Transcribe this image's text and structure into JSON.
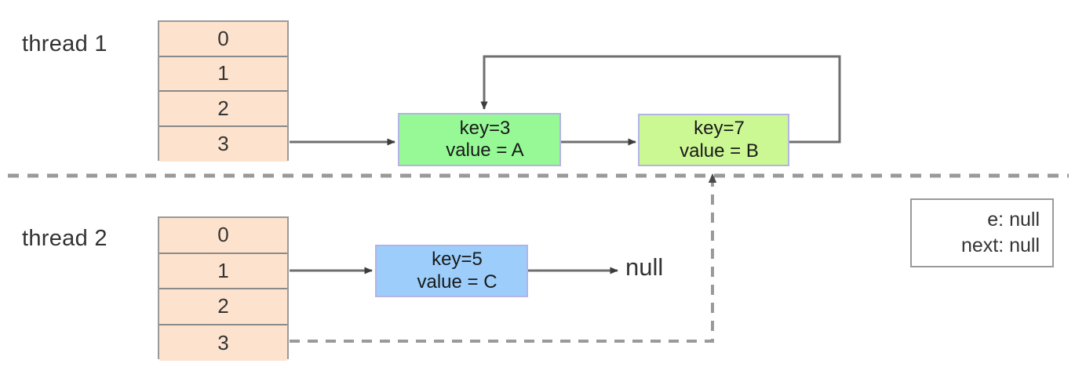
{
  "diagram": {
    "title": "HashMap resize race condition between two threads",
    "colors": {
      "bucket_fill": "#fde3cd",
      "bucket_border": "#9a9a9a",
      "node_green_a": "#96f996",
      "node_green_b": "#ccf894",
      "node_blue": "#9ccdfb",
      "node_border": "#b3b3e6",
      "line": "#6f6f6f",
      "dashed": "#9a9a9a",
      "text": "#333333"
    }
  },
  "threads": [
    {
      "label": "thread 1",
      "table": {
        "name": "bucket-table-thread-1",
        "rows": [
          "0",
          "1",
          "2",
          "3"
        ]
      }
    },
    {
      "label": "thread 2",
      "table": {
        "name": "bucket-table-thread-2",
        "rows": [
          "0",
          "1",
          "2",
          "3"
        ]
      }
    }
  ],
  "nodes": [
    {
      "id": "node-a",
      "key": "key=3",
      "value": "value = A",
      "fill": "#96f996"
    },
    {
      "id": "node-b",
      "key": "key=7",
      "value": "value = B",
      "fill": "#ccf894"
    },
    {
      "id": "node-c",
      "key": "key=5",
      "value": "value = C",
      "fill": "#9ccdfb"
    }
  ],
  "labels": {
    "null_terminator": "null"
  },
  "legend": {
    "lines": [
      "e:  null",
      "next:  null"
    ]
  }
}
